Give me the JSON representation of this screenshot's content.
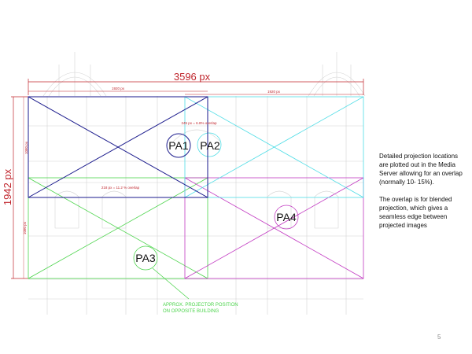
{
  "dimensions": {
    "total_width": "3596 px",
    "total_height": "1942 px",
    "projector_width_left": "1920 px",
    "projector_width_right": "1920 px",
    "projector_height_upper": "1080 px",
    "projector_height_lower": "1080 px"
  },
  "overlaps": {
    "horizontal": "245 px = 6.8% overlap",
    "vertical": "218 px = 11.2 % overlap"
  },
  "projectors": {
    "pa1": {
      "label": "PA1",
      "color": "#1a1a8c"
    },
    "pa2": {
      "label": "PA2",
      "color": "#4fdde6"
    },
    "pa3": {
      "label": "PA3",
      "color": "#4cd44c"
    },
    "pa4": {
      "label": "PA4",
      "color": "#c23ac2"
    }
  },
  "projector_note": {
    "line1": "APPROX. PROJECTOR POSITION",
    "line2": "ON OPPOSITE BUILDING"
  },
  "description": {
    "paragraph1": "Detailed projection locations are plotted out in the Media Server allowing for an overlap (normally 10- 15%).",
    "paragraph2": "The overlap is for blended projection, which gives a seamless edge between projected images"
  },
  "slide_number": "5",
  "colors": {
    "dimension_red": "#c0262d",
    "building_line": "#d0d0d0"
  }
}
